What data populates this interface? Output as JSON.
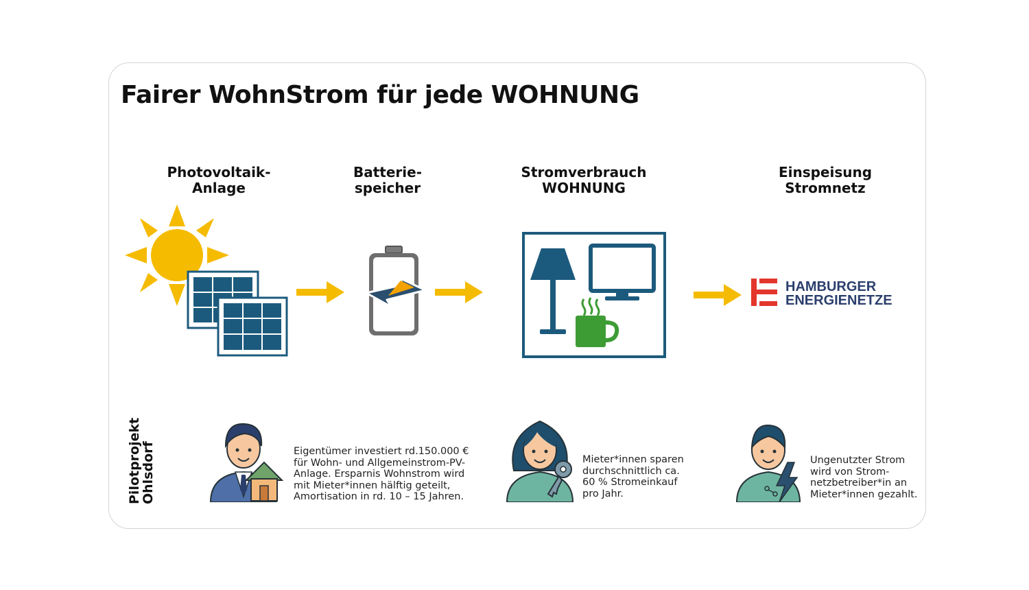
{
  "title": "Fairer WohnStrom für jede WOHNUNG",
  "stages": [
    {
      "line1": "Photovoltaik-",
      "line2": "Anlage",
      "icon": "solar-panel-sun-icon"
    },
    {
      "line1": "Batterie-",
      "line2": "speicher",
      "icon": "battery-charging-icon"
    },
    {
      "line1": "Stromverbrauch",
      "line2": "WOHNUNG",
      "icon": "apartment-appliances-icon"
    },
    {
      "line1": "Einspeisung",
      "line2": "Stromnetz",
      "icon": "grid-operator-logo"
    }
  ],
  "logo": {
    "line1": "HAMBURGER",
    "line2": "ENERGIENETZE"
  },
  "pilot": {
    "line1": "Pilotprojekt",
    "line2": "Ohlsdorf"
  },
  "descriptions": [
    {
      "icon": "owner-house-icon",
      "lines": [
        "Eigentümer investiert rd.150.000 €",
        "für Wohn- und Allgemeinstrom-PV-",
        "Anlage. Ersparnis Wohnstrom wird",
        "mit Mieter*innen  hälftig geteilt,",
        "Amortisation in rd. 10 – 15 Jahren."
      ]
    },
    {
      "icon": "tenant-key-icon",
      "lines": [
        "Mieter*innen sparen",
        "durchschnittlich ca.",
        "60 % Stromeinkauf",
        "pro Jahr."
      ]
    },
    {
      "icon": "tenant-electricity-icon",
      "lines": [
        "Ungenutzter Strom",
        "wird von Strom-",
        "netzbetreiber*in an",
        "Mieter*innen gezahlt."
      ]
    }
  ],
  "colors": {
    "accent_yellow": "#f5bb00",
    "panel_blue": "#1c5a7d",
    "logo_red": "#e3362c",
    "logo_navy": "#2b3f6d",
    "cup_green": "#3e9c35"
  }
}
